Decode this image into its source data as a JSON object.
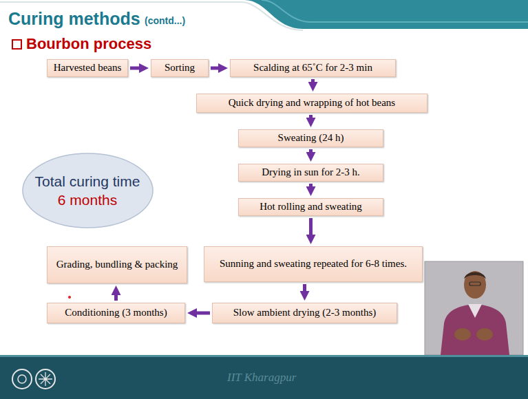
{
  "diagram": {
    "title": "Curing methods",
    "nodes": [
      {
        "text": [
          "Harvested beans"
        ]
      },
      {
        "text": [
          "Sorting"
        ]
      },
      {
        "text": [
          "Scalding at 65˚C for 2-3 min"
        ]
      },
      {
        "text": [
          "Quick drying and wrapping of hot beans"
        ]
      },
      {
        "text": [
          "Sweating (24 h)"
        ]
      },
      {
        "text": [
          "Drying in sun for 2-3 h."
        ]
      },
      {
        "text": [
          "Hot rolling and sweating"
        ]
      },
      {
        "text": [
          "Sunning and sweating repeated for 6-8 times."
        ]
      },
      {
        "text": [
          "Slow ambient drying (2-3 months)"
        ]
      },
      {
        "text": [
          "Conditioning (3 months)"
        ]
      },
      {
        "text": [
          "Grading, bundling & packing"
        ]
      },
      {
        "text": [
          "Total curing time",
          "6 months"
        ]
      }
    ],
    "edges": [
      {
        "from": 0,
        "to": 1,
        "arrow": "to"
      },
      {
        "from": 1,
        "to": 2,
        "arrow": "to"
      },
      {
        "from": 2,
        "to": 3,
        "arrow": "to"
      },
      {
        "from": 3,
        "to": 4,
        "arrow": "to"
      },
      {
        "from": 4,
        "to": 5,
        "arrow": "to"
      },
      {
        "from": 5,
        "to": 6,
        "arrow": "to"
      },
      {
        "from": 6,
        "to": 7,
        "arrow": "to"
      },
      {
        "from": 7,
        "to": 8,
        "arrow": "to"
      },
      {
        "from": 8,
        "to": 9,
        "arrow": "to"
      },
      {
        "from": 9,
        "to": 10,
        "arrow": "to"
      }
    ],
    "labels": [
      "(contd...)",
      "Bourbon process",
      "IIT Kharagpur"
    ]
  }
}
